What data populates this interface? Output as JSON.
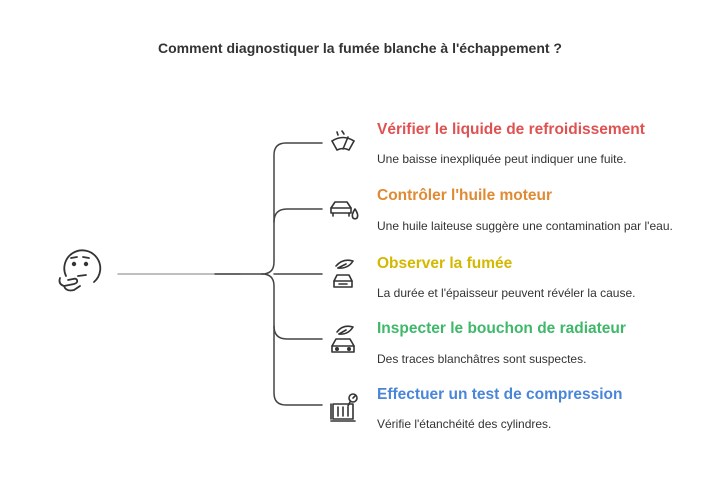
{
  "title": "Comment diagnostiquer la fumée blanche à l'échappement ?",
  "items": [
    {
      "title": "Vérifier le liquide de refroidissement",
      "description": "Une baisse inexpliquée peut indiquer une fuite.",
      "color": "#e05252",
      "icon": "windshield-wiper-icon"
    },
    {
      "title": "Contrôler l'huile moteur",
      "description": "Une huile laiteuse suggère une contamination par l'eau.",
      "color": "#e08a33",
      "icon": "car-oil-drop-icon"
    },
    {
      "title": "Observer la fumée",
      "description": "La durée et l'épaisseur peuvent révéler la cause.",
      "color": "#d4b800",
      "icon": "car-leaf-icon"
    },
    {
      "title": "Inspecter le bouchon de radiateur",
      "description": "Des traces blanchâtres sont suspectes.",
      "color": "#3fb86a",
      "icon": "car-leaf-icon"
    },
    {
      "title": "Effectuer un test de compression",
      "description": "Vérifie l'étanchéité des cylindres.",
      "color": "#4a86d8",
      "icon": "engine-gauge-icon"
    }
  ]
}
